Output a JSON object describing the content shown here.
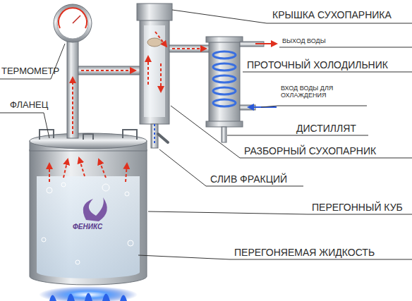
{
  "diagram": {
    "labels": [
      "КРЫШКА СУХОПАРНИКА",
      "ВЫХОД ВОДЫ",
      "ПРОТОЧНЫЙ ХОЛОДИЛЬНИК",
      "ТЕРМОМЕТР",
      "ВХОД ВОДЫ ДЛЯ ОХЛАЖДЕНИЯ",
      "ФЛАНЕЦ",
      "ДИСТИЛЛЯТ",
      "РАЗБОРНЫЙ СУХОПАРНИК",
      "СЛИВ ФРАКЦИЙ",
      "ПЕРЕГОННЫЙ КУБ",
      "ФЕНИКС",
      "ПЕРЕГОНЯЕМАЯ ЖИДКОСТЬ"
    ]
  }
}
